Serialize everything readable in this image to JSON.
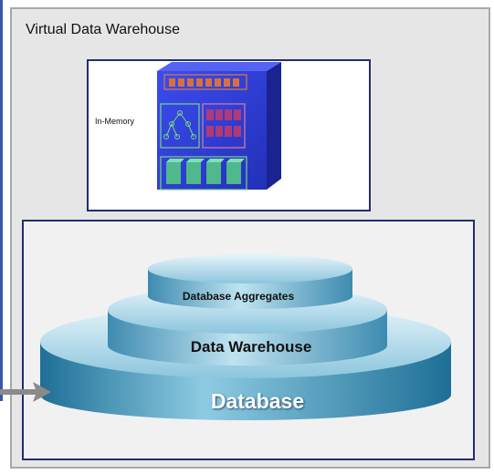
{
  "title": "Virtual Data Warehouse",
  "in_memory": {
    "label": "In-Memory"
  },
  "layers": {
    "aggregates": "Database Aggregates",
    "warehouse": "Data Warehouse",
    "database": "Database"
  },
  "colors": {
    "panel_background": "#e6e6e6",
    "box_border": "#1f2f6e",
    "cube_blue": "#2f3fd8",
    "disk_blue": "#6fb3cf",
    "arrow_gray": "#8a8a8a"
  }
}
